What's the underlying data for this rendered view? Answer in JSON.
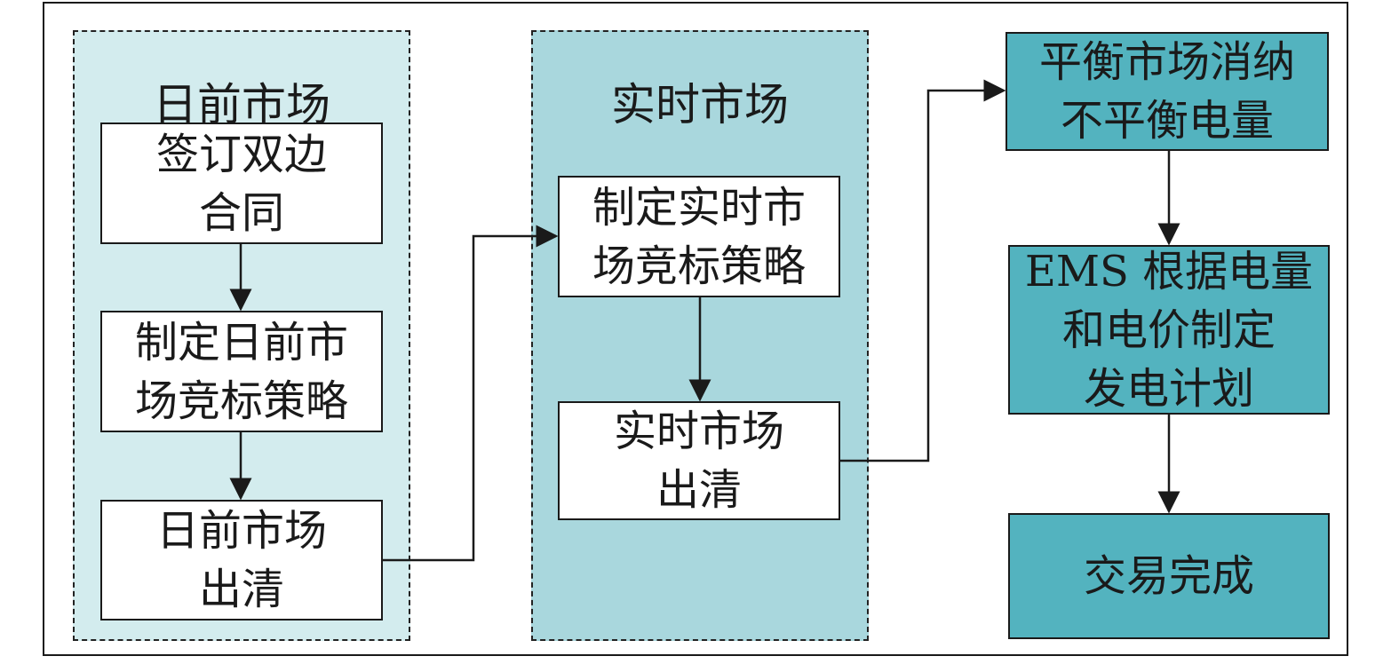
{
  "panels": {
    "day_ahead": {
      "title": "日前市场"
    },
    "real_time": {
      "title": "实时市场"
    }
  },
  "boxes": {
    "sign_contract": "签订双边\n合同",
    "day_ahead_strategy": "制定日前市\n场竞标策略",
    "day_ahead_clearing": "日前市场\n出清",
    "real_time_strategy": "制定实时市\n场竞标策略",
    "real_time_clearing": "实时市场\n出清",
    "balancing_market": "平衡市场消纳\n不平衡电量",
    "ems_generation_plan": "EMS 根据电量\n和电价制定\n发电计划",
    "trade_complete": "交易完成"
  },
  "colors": {
    "day_ahead_panel": "#d3ecee",
    "real_time_panel": "#a9d7dd",
    "teal_box": "#53b3bf",
    "line": "#1a1a1a"
  }
}
